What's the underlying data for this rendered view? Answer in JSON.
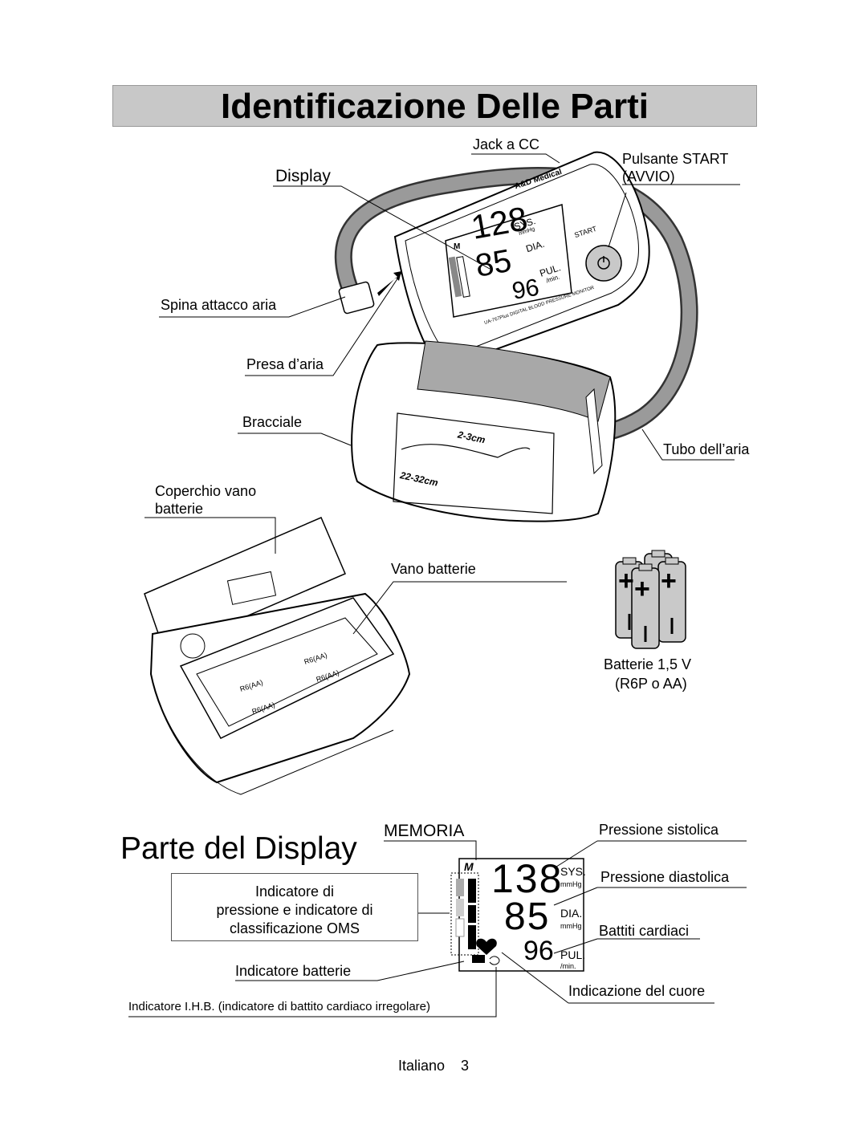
{
  "title": "Identificazione Delle Parti",
  "labels": {
    "jack": "Jack a CC",
    "display": "Display",
    "start_line1": "Pulsante START",
    "start_line2": "(AVVIO)",
    "spina": "Spina attacco aria",
    "presa": "Presa d’aria",
    "bracciale": "Bracciale",
    "tubo": "Tubo dell’aria",
    "coperchio_line1": "Coperchio vano",
    "coperchio_line2": "batterie",
    "vano": "Vano batterie",
    "batterie_line1": "Batterie 1,5 V",
    "batterie_line2": "(R6P o AA)"
  },
  "device": {
    "brand": "A&D Medical",
    "model_text": "UA-767Plus DIGITAL BLOOD PRESSURE MONITOR",
    "start_key": "START",
    "sys": "128",
    "dia": "85",
    "pul": "96",
    "sys_label": "SYS.",
    "dia_label": "DIA.",
    "pul_label": "PUL.",
    "mmhg": "mmHg",
    "min": "/min.",
    "memory_mark": "M"
  },
  "cuff": {
    "range_small": "2-3cm",
    "range_large": "22-32cm"
  },
  "battery_cells": [
    "R6(AA)",
    "R6(AA)",
    "R6(AA)",
    "R6(AA)"
  ],
  "display_section": {
    "heading": "Parte del Display",
    "memoria": "MEMORIA",
    "indicatore_line1": "Indicatore di",
    "indicatore_line2": "pressione e indicatore di",
    "indicatore_line3": "classificazione OMS",
    "indicatore_batterie": "Indicatore batterie",
    "ihb": "Indicatore I.H.B. (indicatore di battito cardiaco irregolare)",
    "sistolica": "Pressione sistolica",
    "diastolica": "Pressione diastolica",
    "battiti": "Battiti cardiaci",
    "cuore": "Indicazione del cuore",
    "lcd": {
      "memory_mark": "M",
      "sys": "138",
      "dia": "85",
      "pul": "96",
      "sys_label": "SYS.",
      "dia_label": "DIA.",
      "pul_label": "PUL.",
      "mmhg": "mmHg",
      "min": "/min."
    }
  },
  "footer": {
    "language": "Italiano",
    "page": "3"
  }
}
